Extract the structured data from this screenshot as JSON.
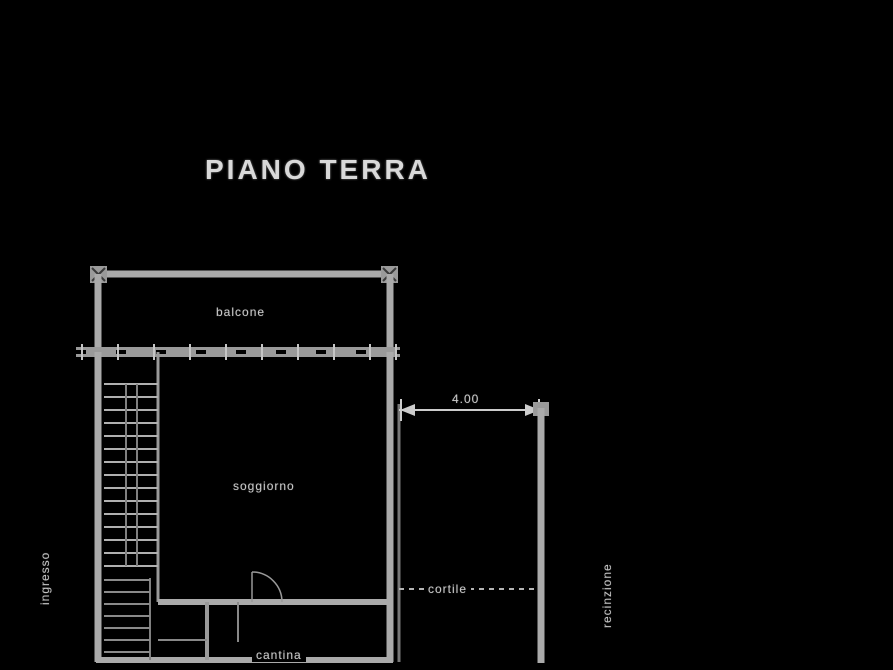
{
  "colors": {
    "background": "#000000",
    "wall_line": "#aaaaaa",
    "thin_line": "#8a8a8a",
    "text": "#c8c8c8"
  },
  "title": "PIANO TERRA",
  "plan": {
    "balcony_label": "balcone",
    "room_label": "soggiorno",
    "courtyard_label": "cortile",
    "basement_label": "cantina",
    "left_boundary_label": "ingresso",
    "right_boundary_label": "recinzione",
    "courtyard_width_dimension": "4.00"
  }
}
